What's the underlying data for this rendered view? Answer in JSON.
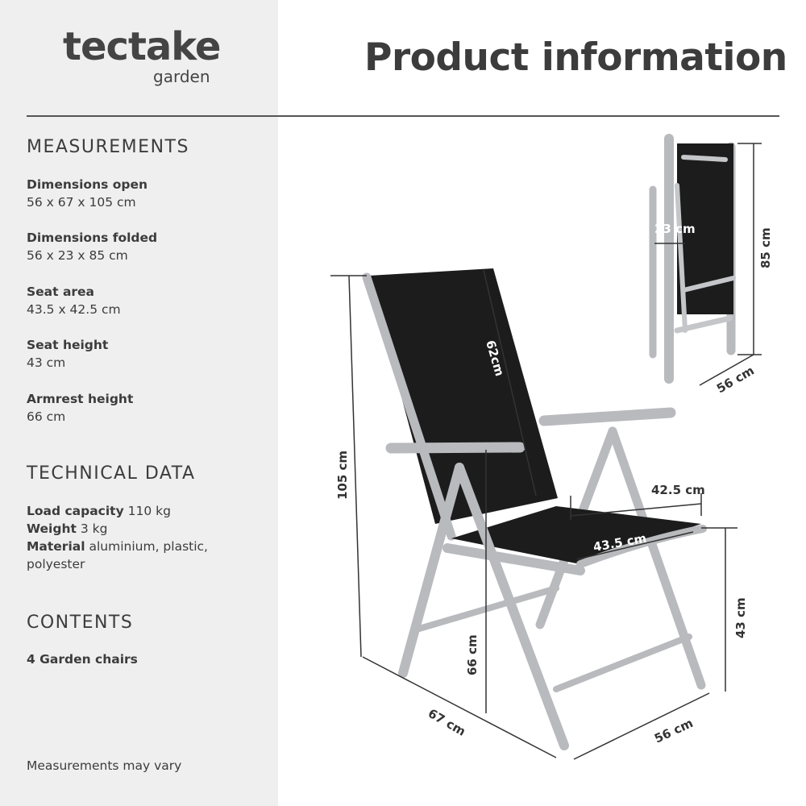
{
  "brand": {
    "name": "tectake",
    "sub": "garden"
  },
  "title": "Product information",
  "measurements": {
    "heading": "MEASUREMENTS",
    "items": [
      {
        "label": "Dimensions open",
        "value": "56 x 67 x 105 cm"
      },
      {
        "label": "Dimensions folded",
        "value": "56 x 23 x 85 cm"
      },
      {
        "label": "Seat area",
        "value": "43.5 x 42.5 cm"
      },
      {
        "label": "Seat height",
        "value": "43 cm"
      },
      {
        "label": "Armrest height",
        "value": "66 cm"
      }
    ]
  },
  "technical": {
    "heading": "TECHNICAL DATA",
    "items": [
      {
        "label": "Load capacity",
        "value": "110 kg"
      },
      {
        "label": "Weight",
        "value": "3 kg"
      },
      {
        "label": "Material",
        "value": "aluminium, plastic,"
      },
      {
        "label": "",
        "value": "polyester"
      }
    ]
  },
  "contents": {
    "heading": "CONTENTS",
    "item": "4 Garden chairs"
  },
  "note": "Measurements may vary",
  "dimensions": {
    "height": "105 cm",
    "back": "62cm",
    "folded_depth": "23 cm",
    "folded_height": "85 cm",
    "folded_width": "56 cm",
    "seat_depth": "42.5 cm",
    "seat_width": "43.5 cm",
    "seat_height": "43 cm",
    "armrest_height": "66 cm",
    "depth": "67 cm",
    "width": "56 cm"
  },
  "colors": {
    "panel": "#efefef",
    "text": "#3c3c3c",
    "frame": "#b8babd",
    "fabric": "#1c1c1c"
  }
}
